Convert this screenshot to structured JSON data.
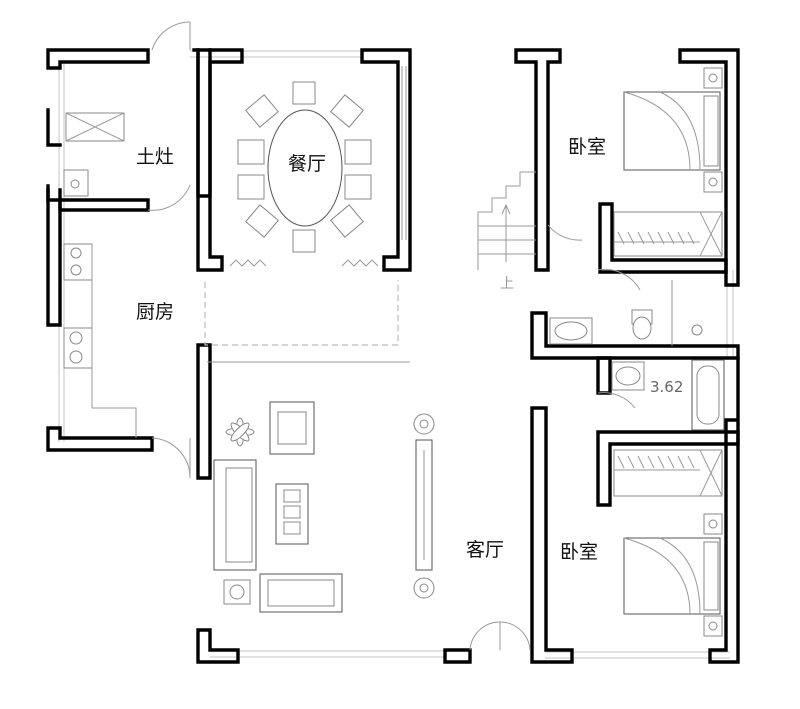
{
  "rooms": {
    "tuzao": "土灶",
    "dining": "餐厅",
    "kitchen": "厨房",
    "bedroom_top": "卧室",
    "living": "客厅",
    "bedroom_bottom": "卧室"
  },
  "stair_label": "上",
  "dimension_text": "3.62"
}
